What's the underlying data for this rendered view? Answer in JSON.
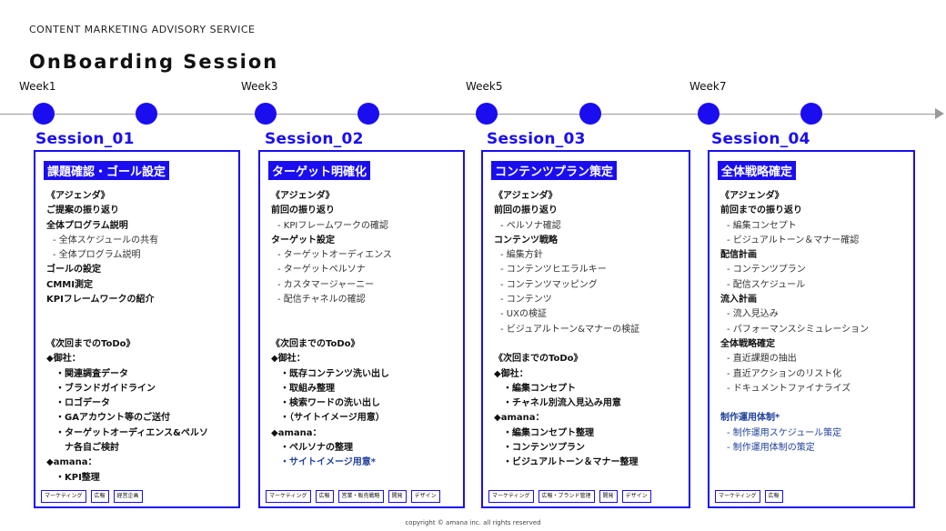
{
  "header": {
    "service": "CONTENT MARKETING ADVISORY SERVICE",
    "title": "OnBoarding Session"
  },
  "weeks": [
    "Week1",
    "Week3",
    "Week5",
    "Week7"
  ],
  "colors": {
    "accent": "#1a0ef0",
    "link": "#1f3f9a",
    "timeline": "#999999"
  },
  "sessions": [
    {
      "name": "Session_01",
      "heading": "課題確認・ゴール設定",
      "lines": [
        {
          "t": "《アジェンダ》",
          "s": "bold"
        },
        {
          "t": "ご提案の振り返り",
          "s": "bold"
        },
        {
          "t": "全体プログラム説明",
          "s": "bold"
        },
        {
          "t": "- 全体スケジュールの共有",
          "s": "sub"
        },
        {
          "t": "- 全体プログラム説明",
          "s": "sub"
        },
        {
          "t": "ゴールの設定",
          "s": "bold"
        },
        {
          "t": "CMMI測定",
          "s": "bold"
        },
        {
          "t": "KPIフレームワークの紹介",
          "s": "bold"
        },
        {
          "t": "",
          "s": "gap"
        },
        {
          "t": "",
          "s": "gap"
        },
        {
          "t": "《次回までのToDo》",
          "s": "bold"
        },
        {
          "t": "◆御社：",
          "s": "bold"
        },
        {
          "t": "・関連調査データ",
          "s": "bullet"
        },
        {
          "t": "・ブランドガイドライン",
          "s": "bullet"
        },
        {
          "t": "・ロゴデータ",
          "s": "bullet"
        },
        {
          "t": "・GAアカウント等のご送付",
          "s": "bullet"
        },
        {
          "t": "・ターゲットオーディエンス&ペルソ",
          "s": "bullet"
        },
        {
          "t": "　ナ各自ご検討",
          "s": "bullet"
        },
        {
          "t": "◆amana：",
          "s": "bold"
        },
        {
          "t": "・KPI整理",
          "s": "bullet"
        }
      ],
      "tags": [
        "マーケティング",
        "広報",
        "経営企画"
      ]
    },
    {
      "name": "Session_02",
      "heading": "ターゲット明確化",
      "lines": [
        {
          "t": "《アジェンダ》",
          "s": "bold"
        },
        {
          "t": "前回の振り返り",
          "s": "bold"
        },
        {
          "t": "- KPIフレームワークの確認",
          "s": "sub"
        },
        {
          "t": "ターゲット設定",
          "s": "bold"
        },
        {
          "t": "- ターゲットオーディエンス",
          "s": "sub"
        },
        {
          "t": "- ターゲットペルソナ",
          "s": "sub"
        },
        {
          "t": "- カスタマージャーニー",
          "s": "sub"
        },
        {
          "t": "- 配信チャネルの確認",
          "s": "sub"
        },
        {
          "t": "",
          "s": "gap"
        },
        {
          "t": "",
          "s": "gap"
        },
        {
          "t": "《次回までのToDo》",
          "s": "bold"
        },
        {
          "t": "◆御社：",
          "s": "bold"
        },
        {
          "t": "・既存コンテンツ洗い出し",
          "s": "bullet"
        },
        {
          "t": "・取組み整理",
          "s": "bullet"
        },
        {
          "t": "・検索ワードの洗い出し",
          "s": "bullet"
        },
        {
          "t": "・（サイトイメージ用意）",
          "s": "bullet"
        },
        {
          "t": "◆amana：",
          "s": "bold"
        },
        {
          "t": "・ペルソナの整理",
          "s": "bullet"
        },
        {
          "t": "・サイトイメージ用意*",
          "s": "bullet link-b"
        }
      ],
      "tags": [
        "マーケティング",
        "広報",
        "営業・販売戦略",
        "開発",
        "デザイン"
      ]
    },
    {
      "name": "Session_03",
      "heading": "コンテンツプラン策定",
      "lines": [
        {
          "t": "《アジェンダ》",
          "s": "bold"
        },
        {
          "t": "前回の振り返り",
          "s": "bold"
        },
        {
          "t": "- ペルソナ確認",
          "s": "sub"
        },
        {
          "t": "コンテンツ戦略",
          "s": "bold"
        },
        {
          "t": "- 編集方針",
          "s": "sub"
        },
        {
          "t": "- コンテンツヒエラルキー",
          "s": "sub"
        },
        {
          "t": "- コンテンツマッピング",
          "s": "sub"
        },
        {
          "t": "- コンテンツ",
          "s": "sub"
        },
        {
          "t": "- UXの検証",
          "s": "sub"
        },
        {
          "t": "- ビジュアルトーン&マナーの検証",
          "s": "sub"
        },
        {
          "t": "",
          "s": "gap"
        },
        {
          "t": "《次回までのToDo》",
          "s": "bold"
        },
        {
          "t": "◆御社：",
          "s": "bold"
        },
        {
          "t": "・編集コンセプト",
          "s": "bullet"
        },
        {
          "t": "・チャネル別流入見込み用意",
          "s": "bullet"
        },
        {
          "t": "◆amana：",
          "s": "bold"
        },
        {
          "t": "・編集コンセプト整理",
          "s": "bullet"
        },
        {
          "t": "・コンテンツプラン",
          "s": "bullet"
        },
        {
          "t": "・ビジュアルトーン＆マナー整理",
          "s": "bullet"
        }
      ],
      "tags": [
        "マーケティング",
        "広報・ブランド管理",
        "開発",
        "デザイン"
      ]
    },
    {
      "name": "Session_04",
      "heading": "全体戦略確定",
      "lines": [
        {
          "t": "《アジェンダ》",
          "s": "bold"
        },
        {
          "t": "前回までの振り返り",
          "s": "bold"
        },
        {
          "t": "- 編集コンセプト",
          "s": "sub"
        },
        {
          "t": "- ビジュアルトーン＆マナー確認",
          "s": "sub"
        },
        {
          "t": "配信計画",
          "s": "bold"
        },
        {
          "t": "- コンテンツプラン",
          "s": "sub"
        },
        {
          "t": "- 配信スケジュール",
          "s": "sub"
        },
        {
          "t": "流入計画",
          "s": "bold"
        },
        {
          "t": "- 流入見込み",
          "s": "sub"
        },
        {
          "t": "- パフォーマンスシミュレーション",
          "s": "sub"
        },
        {
          "t": "全体戦略確定",
          "s": "bold"
        },
        {
          "t": "- 直近課題の抽出",
          "s": "sub"
        },
        {
          "t": "- 直近アクションのリスト化",
          "s": "sub"
        },
        {
          "t": "- ドキュメントファイナライズ",
          "s": "sub"
        },
        {
          "t": "",
          "s": "gap"
        },
        {
          "t": "制作運用体制*",
          "s": "bold accent-link"
        },
        {
          "t": "- 制作運用スケジュール策定",
          "s": "link"
        },
        {
          "t": "- 制作運用体制の策定",
          "s": "link"
        }
      ],
      "tags": [
        "マーケティング",
        "広報"
      ]
    }
  ],
  "footer": {
    "copyright": "copyright © amana inc. all rights reserved"
  }
}
